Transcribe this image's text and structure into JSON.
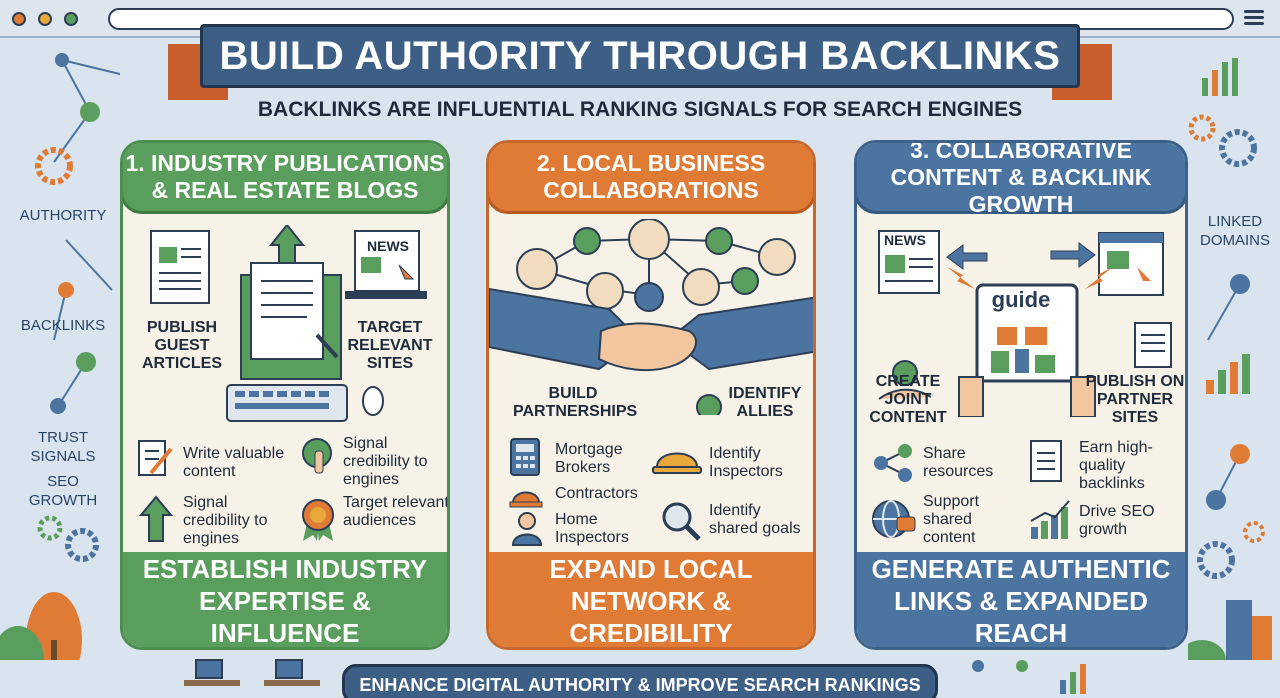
{
  "window": {
    "traffic_lights": [
      "#e07b36",
      "#e8a83a",
      "#5a9e5d"
    ]
  },
  "title": "BUILD AUTHORITY THROUGH BACKLINKS",
  "subtitle": "BACKLINKS ARE INFLUENTIAL RANKING SIGNALS FOR SEARCH ENGINES",
  "side_labels": {
    "authority": "AUTHORITY",
    "backlinks": "BACKLINKS",
    "trust_signals": "TRUST SIGNALS",
    "seo_growth": "SEO GROWTH",
    "linked_domains": "LINKED DOMAINS"
  },
  "panels": [
    {
      "heading": "1. INDUSTRY PUBLICATIONS & REAL ESTATE BLOGS",
      "left_label": "PUBLISH GUEST ARTICLES",
      "right_label": "TARGET RELEVANT SITES",
      "news_tag": "NEWS",
      "items": [
        "Write valuable content",
        "Signal credibility to engines",
        "Signal credibility to engines",
        "Target relevant audiences"
      ],
      "footer": "ESTABLISH INDUSTRY EXPERTISE & INFLUENCE",
      "color": "#5a9e5d"
    },
    {
      "heading": "2. LOCAL BUSINESS COLLABORATIONS",
      "left_label": "BUILD PARTNERSHIPS",
      "right_label": "IDENTIFY ALLIES",
      "items": [
        "Mortgage Brokers",
        "Identify Inspectors",
        "Contractors",
        "Home Inspectors",
        "Identify shared goals"
      ],
      "footer": "EXPAND LOCAL NETWORK & CREDIBILITY",
      "color": "#e07b36"
    },
    {
      "heading": "3. COLLABORATIVE CONTENT & BACKLINK GROWTH",
      "left_label": "CREATE JOINT CONTENT",
      "right_label": "PUBLISH ON PARTNER SITES",
      "news_tag": "NEWS",
      "guide_tag": "guide",
      "items": [
        "Share resources",
        "Earn high-quality backlinks",
        "Support shared content",
        "Drive SEO growth"
      ],
      "footer": "GENERATE AUTHENTIC LINKS & EXPANDED REACH",
      "color": "#4c74a0"
    }
  ],
  "bottom_banner": "ENHANCE DIGITAL AUTHORITY & IMPROVE SEARCH RANKINGS"
}
